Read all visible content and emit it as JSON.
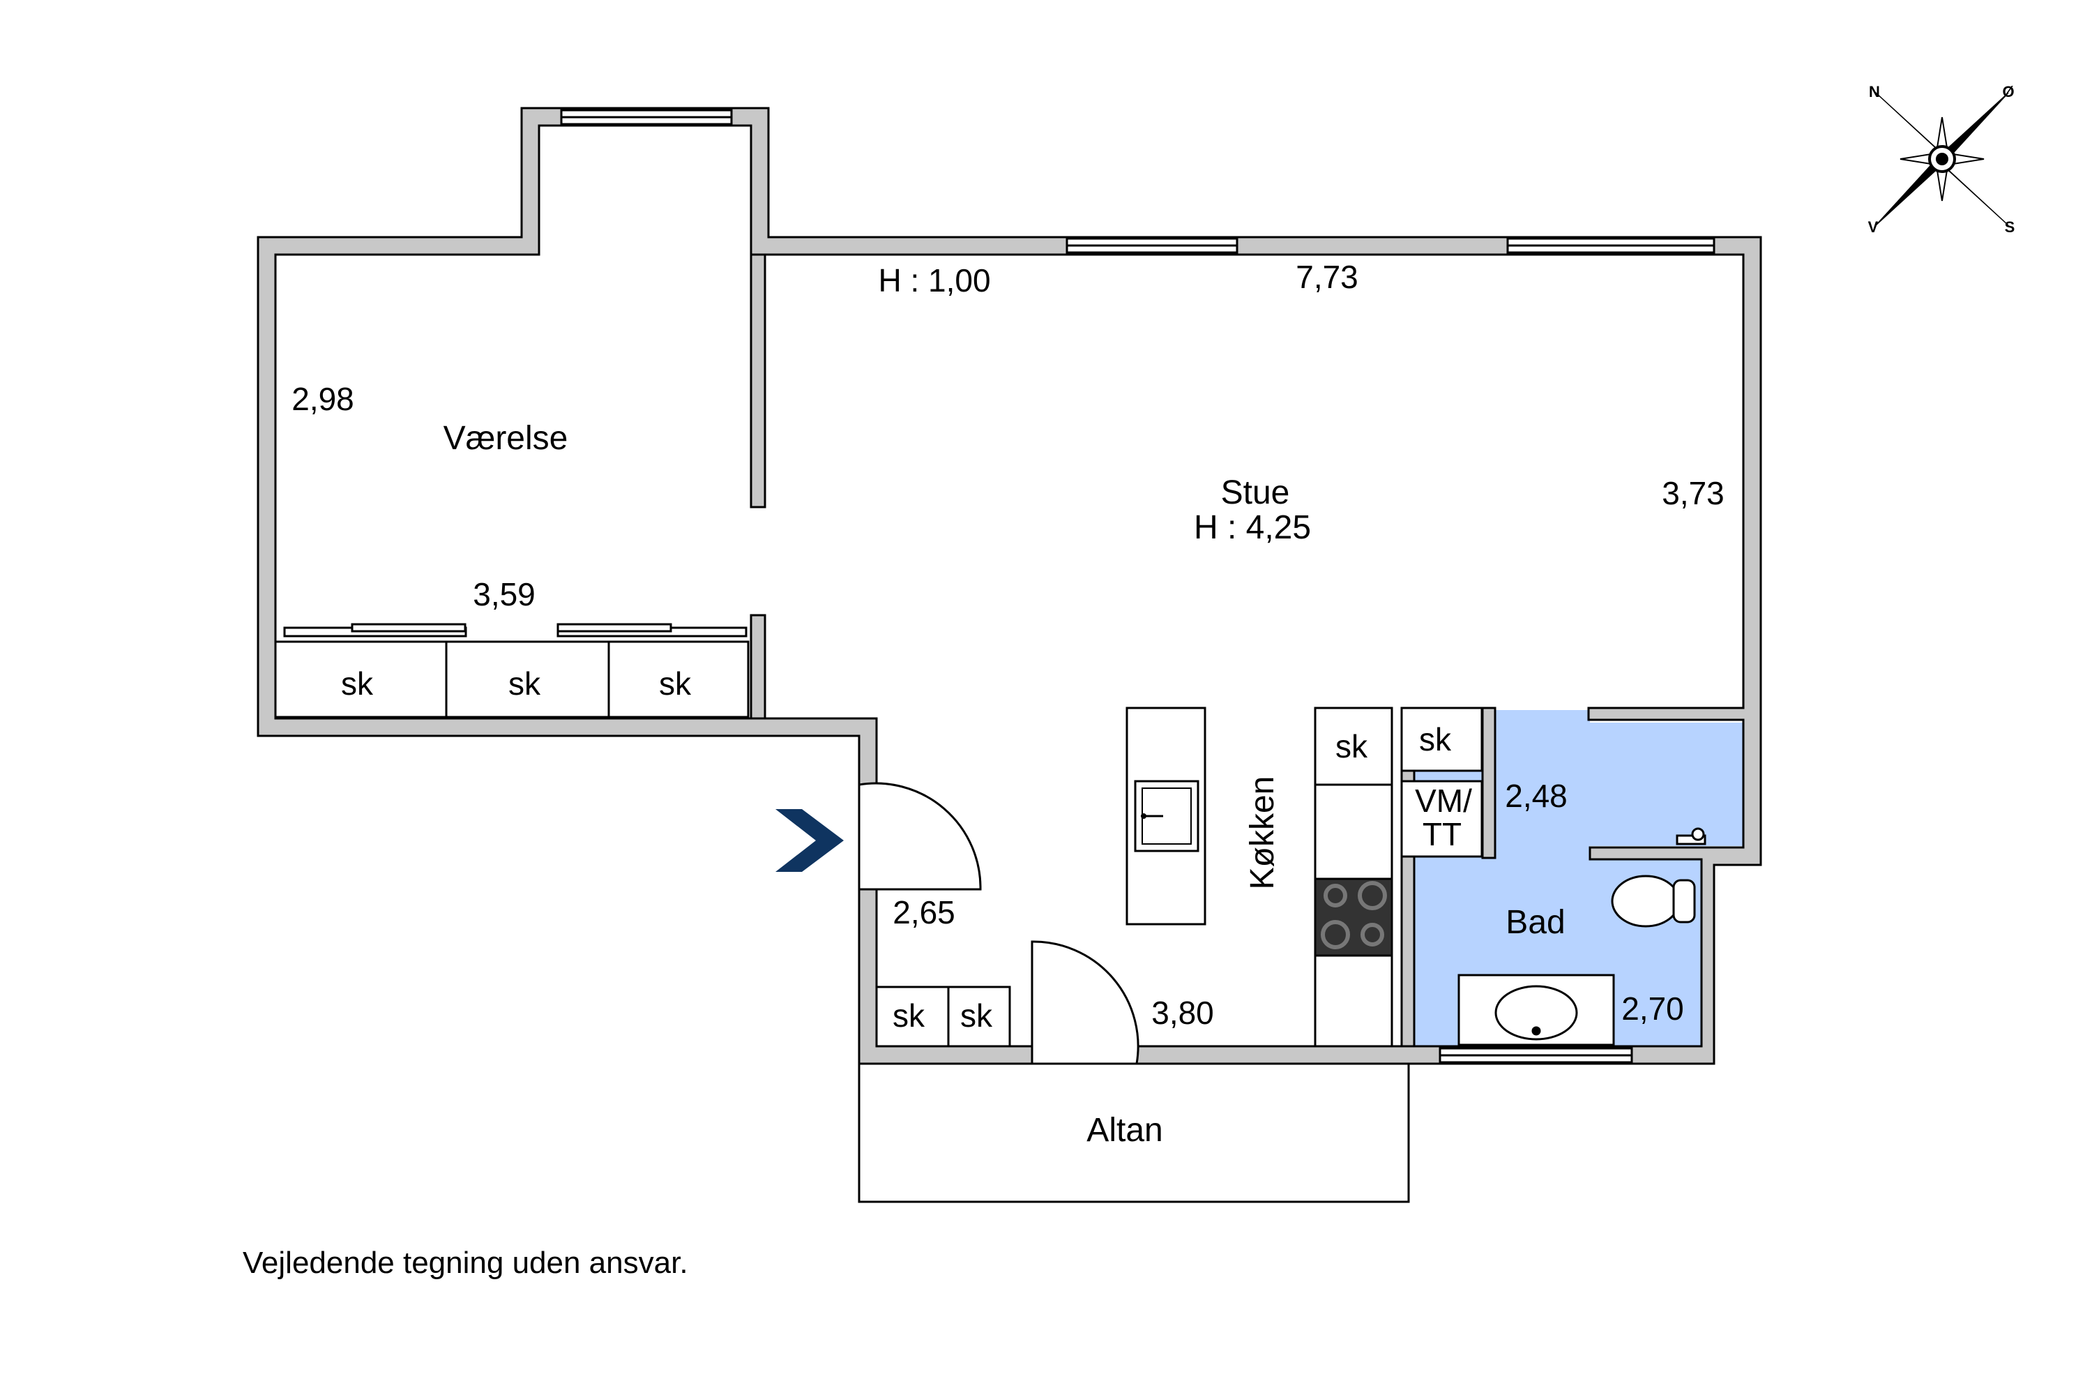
{
  "rooms": {
    "vaerelse": "Værelse",
    "stue": "Stue",
    "stue_height": "H : 4,25",
    "kokken": "Køkken",
    "bad": "Bad",
    "altan": "Altan"
  },
  "dimensions": {
    "d_298": "2,98",
    "d_359": "3,59",
    "d_773": "7,73",
    "d_373": "3,73",
    "d_265": "2,65",
    "d_380": "3,80",
    "d_248": "2,48",
    "d_270": "2,70",
    "window_height": "H : 1,00"
  },
  "cabinets": {
    "sk": "sk",
    "vm": "VM/",
    "tt": "TT"
  },
  "compass": {
    "n": "N",
    "o": "Ø",
    "s": "S",
    "v": "V"
  },
  "disclaimer": "Vejledende tegning uden ansvar.",
  "colors": {
    "wall": "#c8c8c8",
    "bathroom": "#b7d3ff",
    "entrance_arrow": "#0f3460",
    "outline": "#000000"
  }
}
